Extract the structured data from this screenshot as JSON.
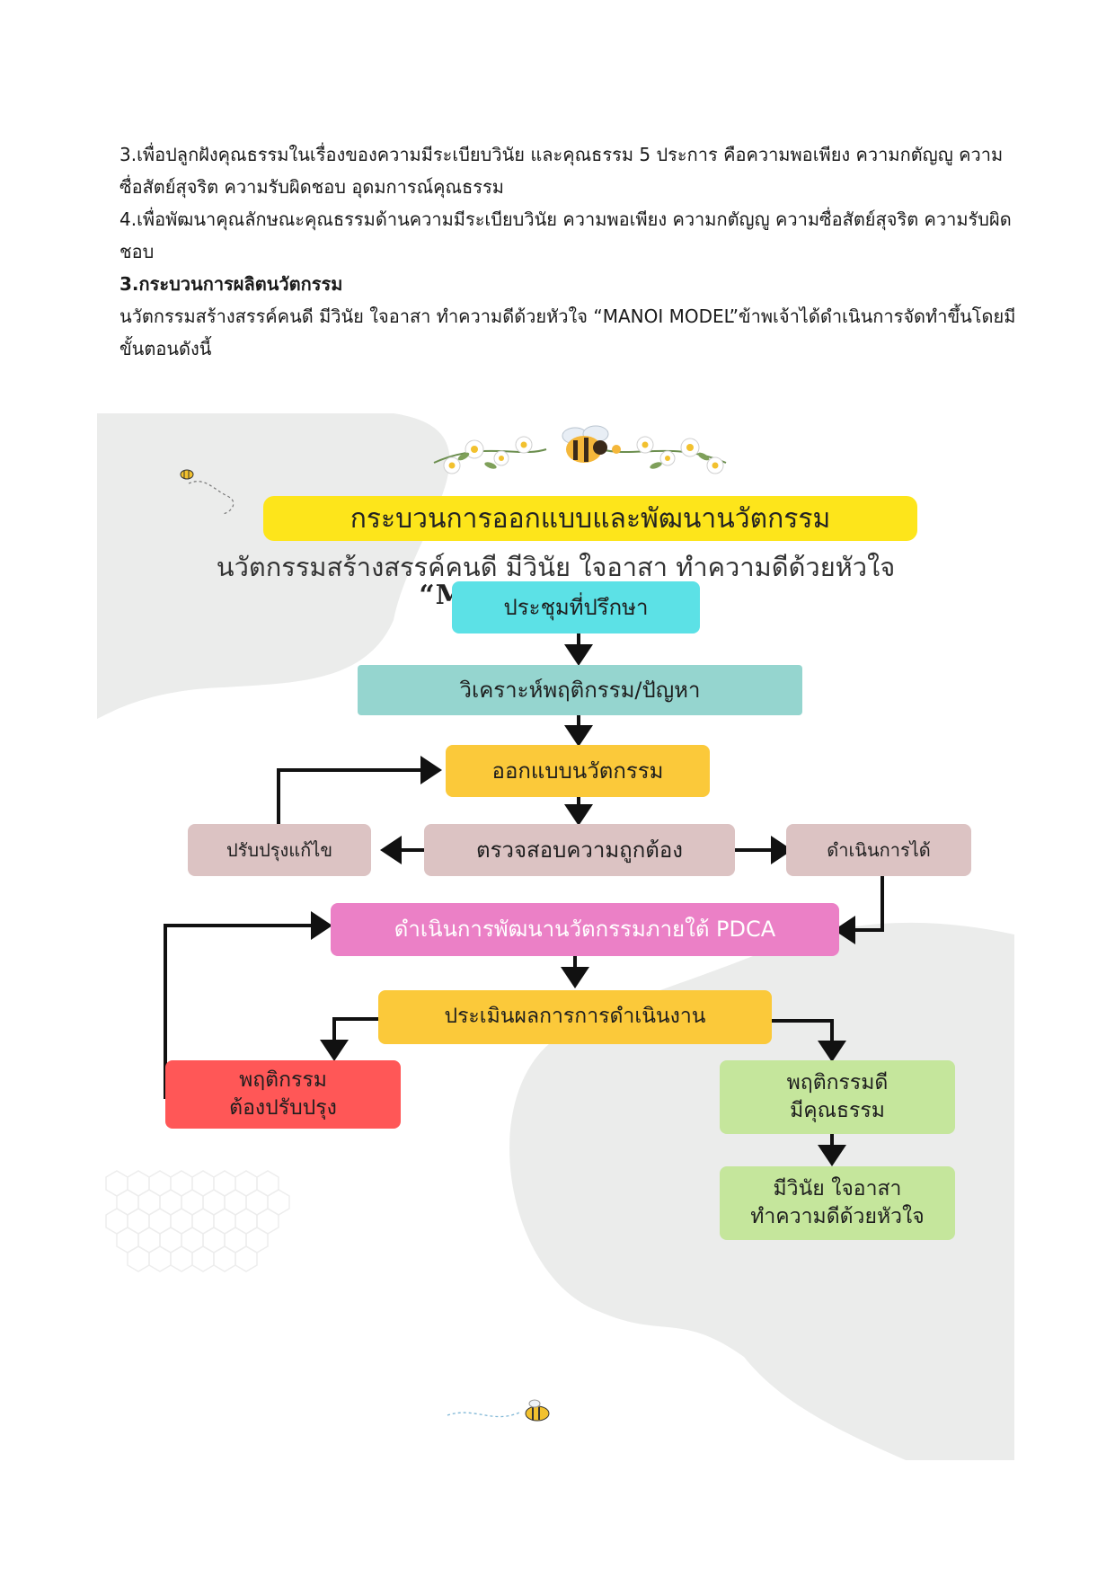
{
  "document": {
    "paragraphs": [
      "3.เพื่อปลูกฝังคุณธรรมในเรื่องของความมีระเบียบวินัย  และคุณธรรม 5 ประการ คือความพอเพียง ความกตัญญู ความซื่อสัตย์สุจริต ความรับผิดชอบ อุดมการณ์คุณธรรม",
      "4.เพื่อพัฒนาคุณลักษณะคุณธรรมด้านความมีระเบียบวินัย  ความพอเพียง ความกตัญญู ความซื่อสัตย์สุจริต    ความรับผิดชอบ"
    ],
    "heading": "3.กระบวนการผลิตนวัตกรรม",
    "intro": "นวัตกรรมสร้างสรรค์คนดี  มีวินัย ใจอาสา ทำความดีด้วยหัวใจ “MANOI  MODEL”ข้าพเจ้าได้ดำเนินการจัดทำขึ้นโดยมีขั้นตอนดังนี้"
  },
  "infographic": {
    "title": "กระบวนการออกแบบและพัฒนานวัตกรรม",
    "subtitle": "นวัตกรรมสร้างสรรค์คนดี มีวินัย ใจอาสา ทำความดีด้วยหัวใจ",
    "model_name": "“MANOI MODEL”",
    "steps": {
      "consult": "ประชุมที่ปรึกษา",
      "analyze": "วิเคราะห์พฤติกรรม/ปัญหา",
      "design": "ออกแบบนวัตกรรม",
      "improve": "ปรับปรุงแก้ไข",
      "verify": "ตรวจสอบความถูกต้อง",
      "proceed": "ดำเนินการได้",
      "pdca": "ดำเนินการพัฒนานวัตกรรมภายใต้ PDCA",
      "evaluate": "ประเมินผลการการดำเนินงาน",
      "needs_improve_1": "พฤติกรรม",
      "needs_improve_2": "ต้องปรับปรุง",
      "good_1": "พฤติกรรมดี",
      "good_2": "มีคุณธรรม",
      "result_1": "มีวินัย ใจอาสา",
      "result_2": "ทำความดีด้วยหัวใจ"
    },
    "colors": {
      "banner": "#fde51b",
      "consult": "#5ce1e6",
      "analyze": "#95d5cf",
      "design": "#fbc93a",
      "side_steps": "#dcc3c3",
      "pdca": "#eb80c6",
      "evaluate": "#fbc93a",
      "needs_improve": "#ff5757",
      "good": "#c5e69c",
      "blob": "#ebeceb"
    },
    "decorations": [
      "flower-garland-icon",
      "bee-icon",
      "flying-bee-icon",
      "honeycomb-pattern"
    ]
  }
}
